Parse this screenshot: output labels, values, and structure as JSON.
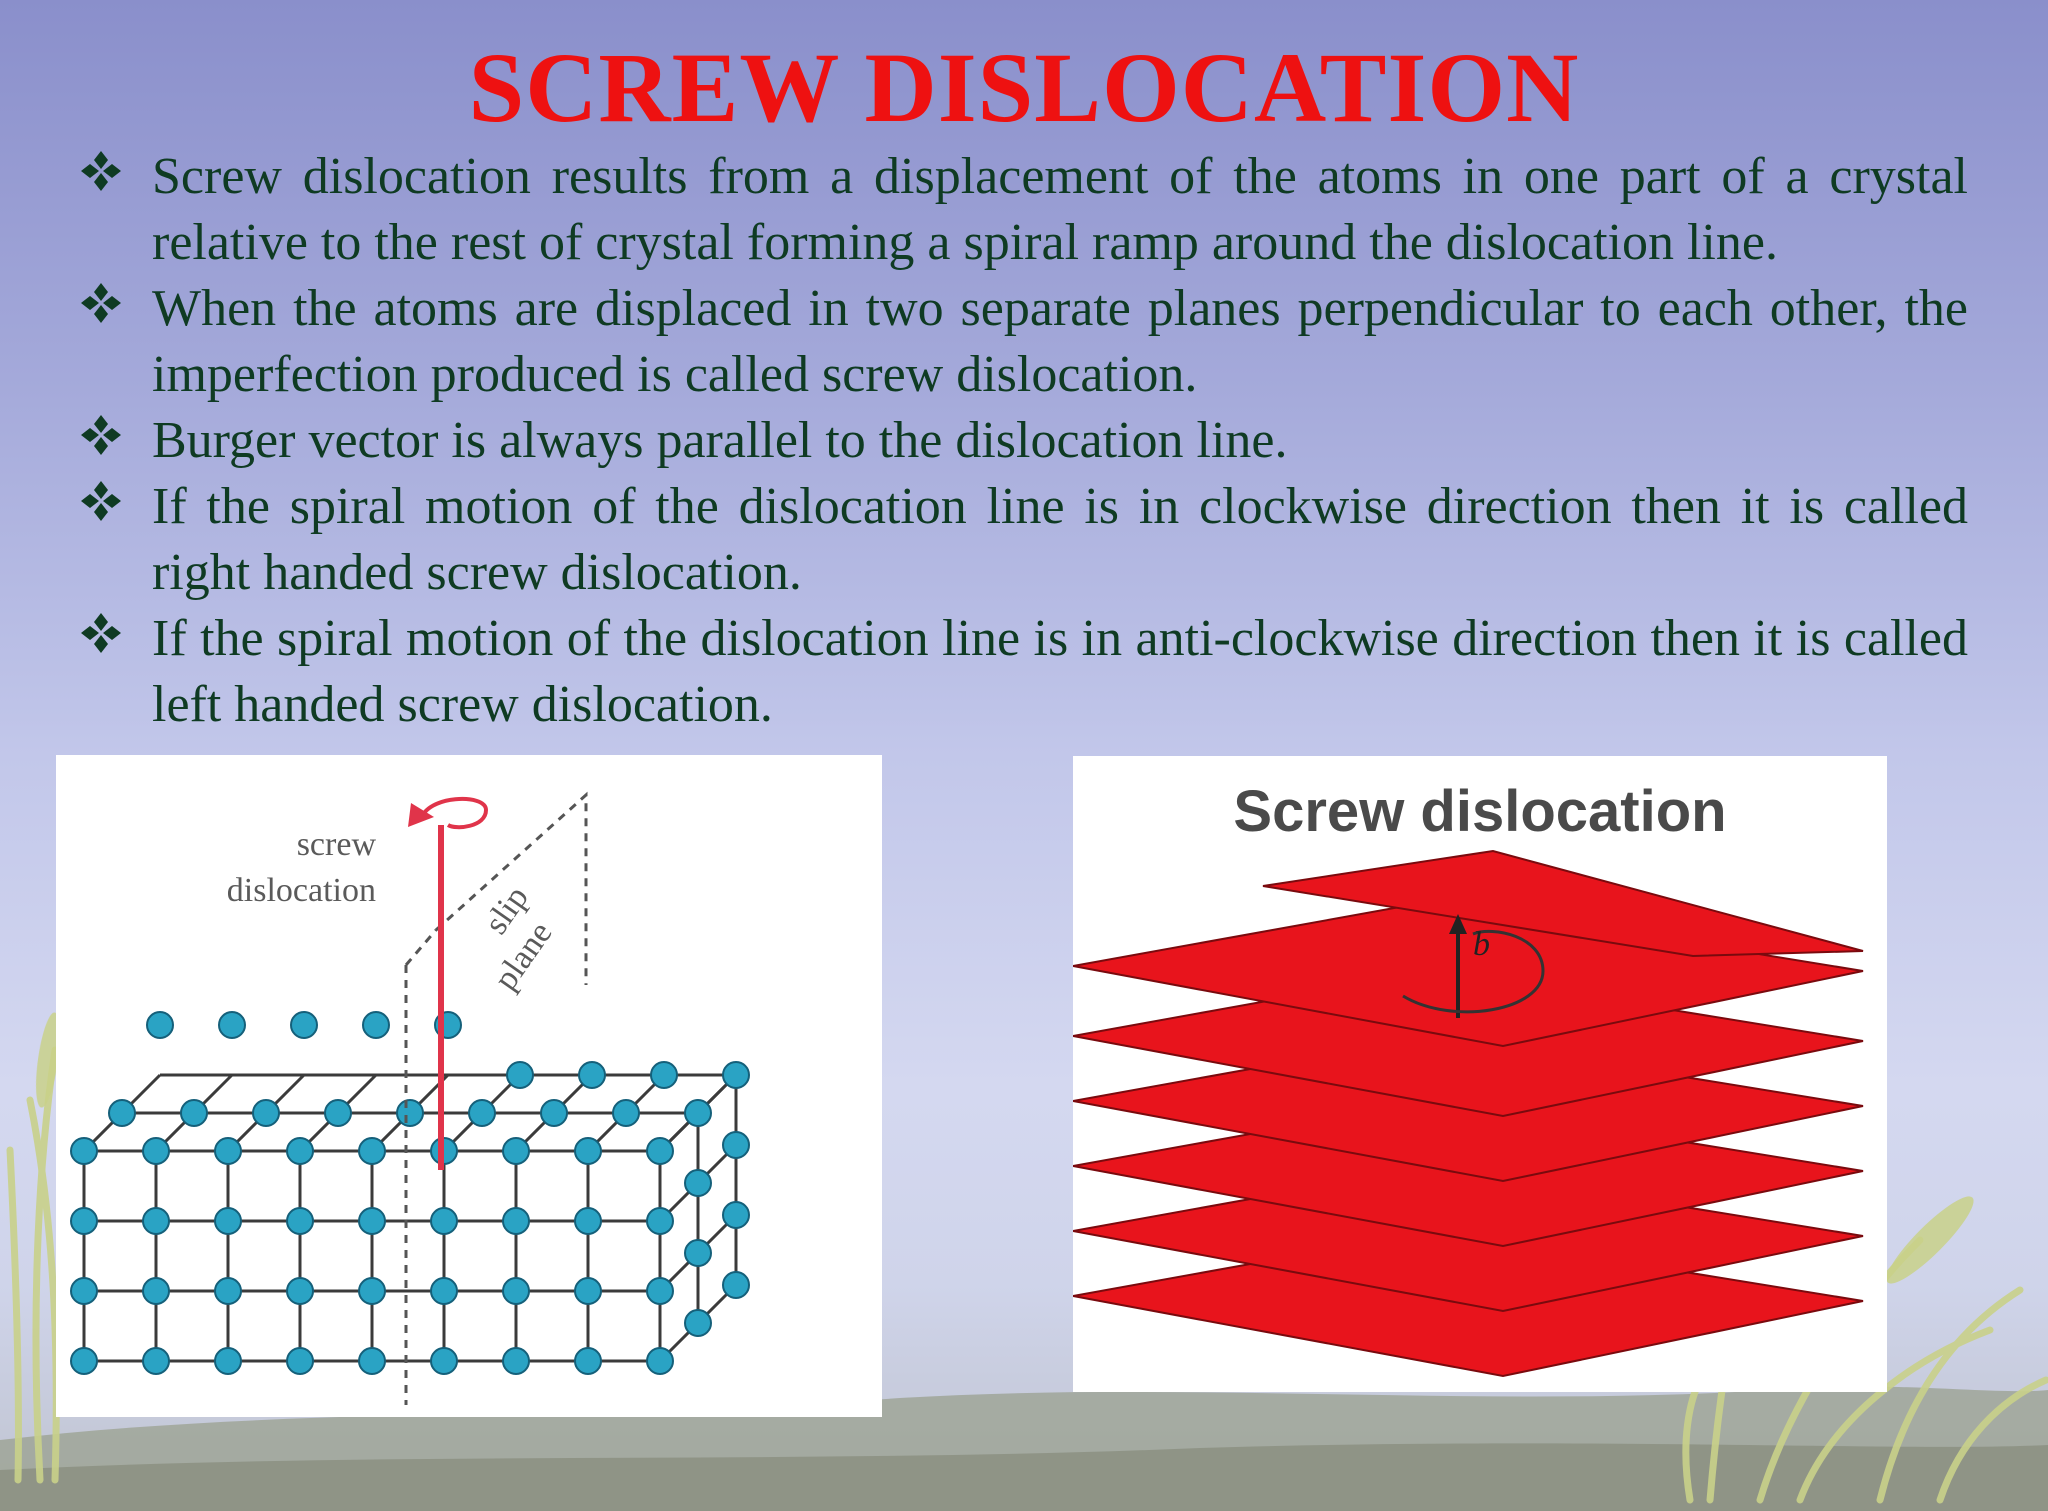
{
  "title": "SCREW DISLOCATION",
  "bullets": [
    "Screw dislocation results from a displacement of the atoms in one part of a crystal relative to the rest of crystal forming a spiral ramp around the dislocation line.",
    "When the atoms are displaced in two separate planes perpendicular to each other, the imperfection produced is called screw dislocation.",
    "Burger vector is always parallel to the dislocation line.",
    "If the spiral motion of the dislocation line is in clockwise direction then it is called right handed screw dislocation.",
    "If the spiral motion of the dislocation line is in anti-clockwise direction then it is called left handed screw dislocation."
  ],
  "figure_left": {
    "label_screw": "screw",
    "label_dislocation": "dislocation",
    "label_slip": "slip",
    "label_plane": "plane"
  },
  "figure_right": {
    "title": "Screw dislocation",
    "burgers_label": "b"
  },
  "colors": {
    "title": "#ee1111",
    "text": "#0f3b23",
    "atom": "#2aa3c4",
    "plane": "#e8141c"
  },
  "icons": {
    "bullet": "four-diamond-bullet-icon"
  }
}
